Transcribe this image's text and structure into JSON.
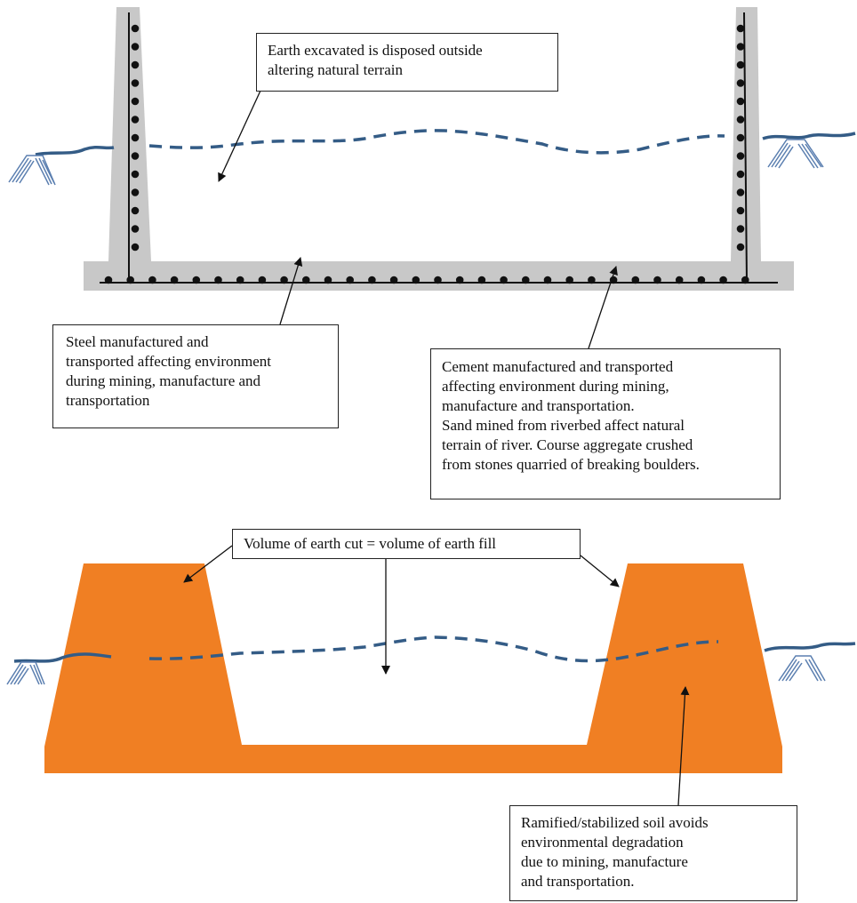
{
  "colors": {
    "concrete": "#c8c8c8",
    "earth_fill": "#f07f23",
    "water_line": "#345c86",
    "hatch": "#5b7fb0",
    "rebar": "#111111"
  },
  "callouts": {
    "excavated": "Earth excavated is disposed outside\naltering natural terrain",
    "steel": "Steel manufactured and\ntransported affecting environment\nduring mining, manufacture and\ntransportation",
    "cement": "Cement manufactured and transported\naffecting environment during mining,\nmanufacture and transportation.\nSand mined from riverbed affect natural\nterrain of river. Course aggregate crushed\nfrom stones quarried of breaking boulders.",
    "earth_cut": "Volume of earth cut = volume of earth fill",
    "ramified": "Ramified/stabilized soil avoids\nenvironmental degradation\ndue to mining, manufacture\nand transportation."
  }
}
